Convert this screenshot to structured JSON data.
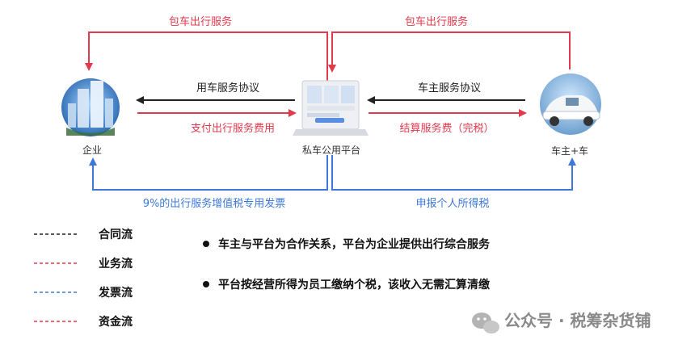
{
  "colors": {
    "red": "#e03a4c",
    "blue": "#3d78d8",
    "black": "#222222"
  },
  "nodes": {
    "enterprise": "企业",
    "platform": "私车公用平台",
    "owner": "车主+车"
  },
  "flows": {
    "top_left": "包车出行服务",
    "top_right": "包车出行服务",
    "left_contract": "用车服务协议",
    "left_payment": "支付出行服务费用",
    "right_contract": "车主服务协议",
    "right_payment": "结算服务费（完税）",
    "bottom_left": "9%的出行服务增值税专用发票",
    "bottom_right": "申报个人所得税"
  },
  "legend": [
    {
      "label": "合同流",
      "color": "#222222"
    },
    {
      "label": "业务流",
      "color": "#e03a4c"
    },
    {
      "label": "发票流",
      "color": "#3d78d8"
    },
    {
      "label": "资金流",
      "color": "#e03a4c"
    }
  ],
  "bullets": [
    "车主与平台为合作关系，平台为企业提供出行综合服务",
    "平台按经营所得为员工缴纳个税，该收入无需汇算清缴"
  ],
  "watermark": "公众号 · 税筹杂货铺"
}
